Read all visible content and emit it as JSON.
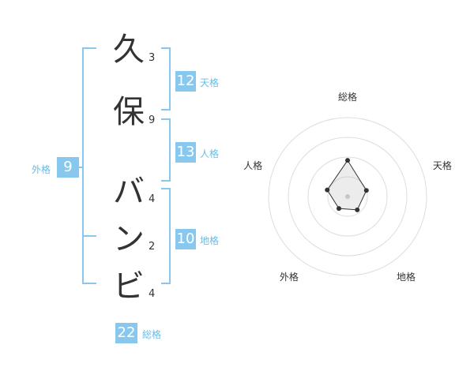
{
  "name_chars": [
    {
      "char": "久",
      "strokes": "3"
    },
    {
      "char": "保",
      "strokes": "9"
    },
    {
      "char": "バ",
      "strokes": "4"
    },
    {
      "char": "ン",
      "strokes": "2"
    },
    {
      "char": "ビ",
      "strokes": "4"
    }
  ],
  "kaku": {
    "ten": {
      "value": "12",
      "label": "天格"
    },
    "jin": {
      "value": "13",
      "label": "人格"
    },
    "chi": {
      "value": "10",
      "label": "地格"
    },
    "gai": {
      "value": "9",
      "label": "外格"
    },
    "sou": {
      "value": "22",
      "label": "総格"
    }
  },
  "colors": {
    "accent": "#88c8ee",
    "label": "#66bde8",
    "text": "#333333"
  },
  "chart_data": {
    "type": "radar",
    "axes": [
      "総格",
      "天格",
      "地格",
      "外格",
      "人格"
    ],
    "values": [
      22,
      12,
      10,
      9,
      13
    ],
    "rings": 4
  }
}
